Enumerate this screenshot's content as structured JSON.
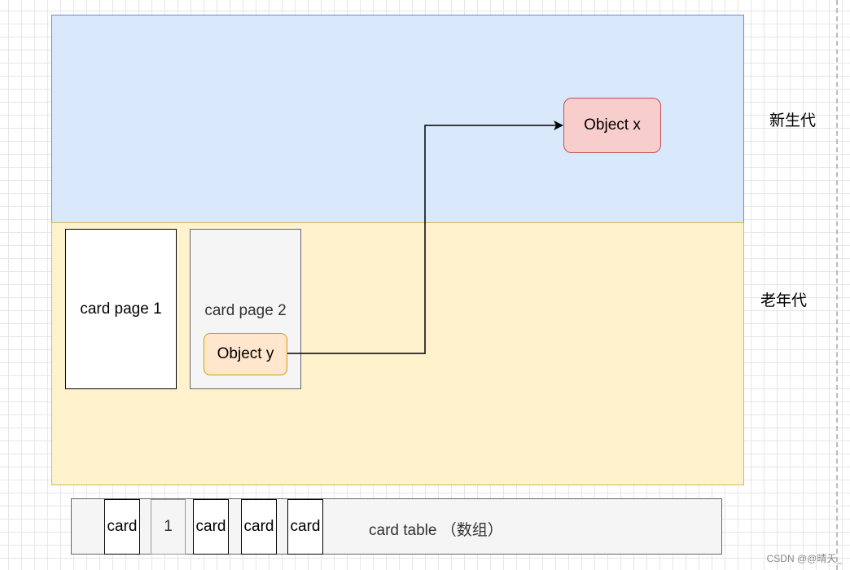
{
  "regions": {
    "young_gen": "新生代",
    "old_gen": "老年代"
  },
  "pages": {
    "page1": "card page 1",
    "page2": "card page 2"
  },
  "objects": {
    "x": "Object x",
    "y": "Object y"
  },
  "card_table": {
    "label": "card table （数组）",
    "slots": [
      "card",
      "1",
      "card",
      "card",
      "card"
    ]
  },
  "watermark": "CSDN @@晴天_",
  "colors": {
    "young_fill": "#dae8fc",
    "young_stroke": "#6c8ebf",
    "old_fill": "#fff2cc",
    "old_stroke": "#d6b656",
    "object_x_fill": "#f8cecc",
    "object_x_stroke": "#b85450",
    "object_y_fill": "#ffe6cc",
    "object_y_stroke": "#d79b00"
  }
}
